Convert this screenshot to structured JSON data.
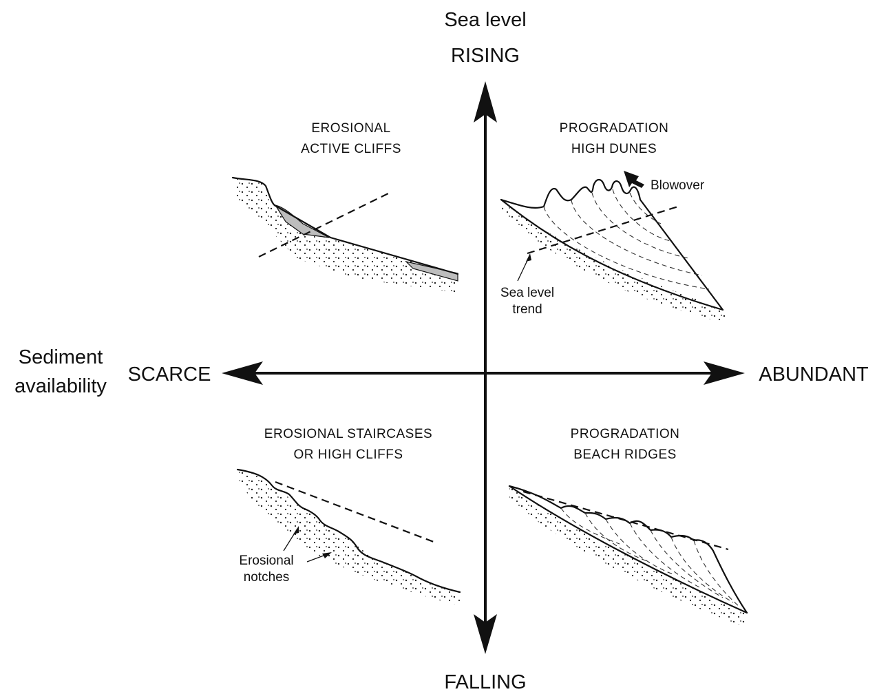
{
  "axes": {
    "vertical_title": "Sea level",
    "vertical_top": "RISING",
    "vertical_bottom": "FALLING",
    "horizontal_title_line1": "Sediment",
    "horizontal_title_line2": "availability",
    "horizontal_left": "SCARCE",
    "horizontal_right": "ABUNDANT"
  },
  "quadrants": {
    "top_left": {
      "line1": "EROSIONAL",
      "line2": "ACTIVE  CLIFFS"
    },
    "top_right": {
      "line1": "PROGRADATION",
      "line2": "HIGH  DUNES",
      "note_blowover": "Blowover",
      "note_trend_line1": "Sea level",
      "note_trend_line2": "trend"
    },
    "bottom_left": {
      "line1": "EROSIONAL  STAIRCASES",
      "line2": "OR  HIGH  CLIFFS",
      "note_line1": "Erosional",
      "note_line2": "notches"
    },
    "bottom_right": {
      "line1": "PROGRADATION",
      "line2": "BEACH  RIDGES"
    }
  }
}
